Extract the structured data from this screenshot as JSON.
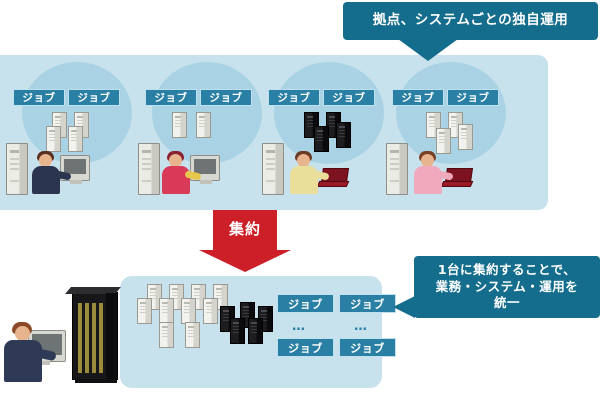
{
  "diagram": {
    "title_callout_top": "拠点、システムごとの独自運用",
    "callout_bottom_lines": [
      "1台に集約することで、",
      "業務・システム・運用を",
      "統一"
    ],
    "arrow_label": "集約",
    "job_label": "ジョブ",
    "ellipsis": "…",
    "colors": {
      "callout_teal": "#156d8d",
      "job_chip_teal": "#2a80a4",
      "panel_blue": "#c7e2ed",
      "halo_blue": "#a9d3e4",
      "arrow_red": "#cc1f28",
      "page_background": "#ffffff"
    }
  },
  "top_panel": {
    "groups": [
      {
        "id": "site-1",
        "jobs": [
          "ジョブ",
          "ジョブ"
        ],
        "server_style": "light-towers",
        "operator": "male-dark-suit",
        "device": "monitor"
      },
      {
        "id": "site-2",
        "jobs": [
          "ジョブ",
          "ジョブ"
        ],
        "server_style": "light-towers",
        "operator": "female-red",
        "device": "monitor"
      },
      {
        "id": "site-3",
        "jobs": [
          "ジョブ",
          "ジョブ"
        ],
        "server_style": "dark-towers",
        "operator": "male-yellow-shirt",
        "device": "laptop"
      },
      {
        "id": "site-4",
        "jobs": [
          "ジョブ",
          "ジョブ"
        ],
        "server_style": "light-towers",
        "operator": "female-pink",
        "device": "laptop"
      }
    ]
  },
  "bottom_panel": {
    "operator": "male-dark-suit",
    "device": "monitor",
    "rack": "consolidated-blade-rack",
    "jobs_grid": [
      [
        "ジョブ",
        "ジョブ"
      ],
      [
        "ジョブ",
        "ジョブ"
      ]
    ],
    "row_separators": [
      "…",
      "…"
    ]
  }
}
